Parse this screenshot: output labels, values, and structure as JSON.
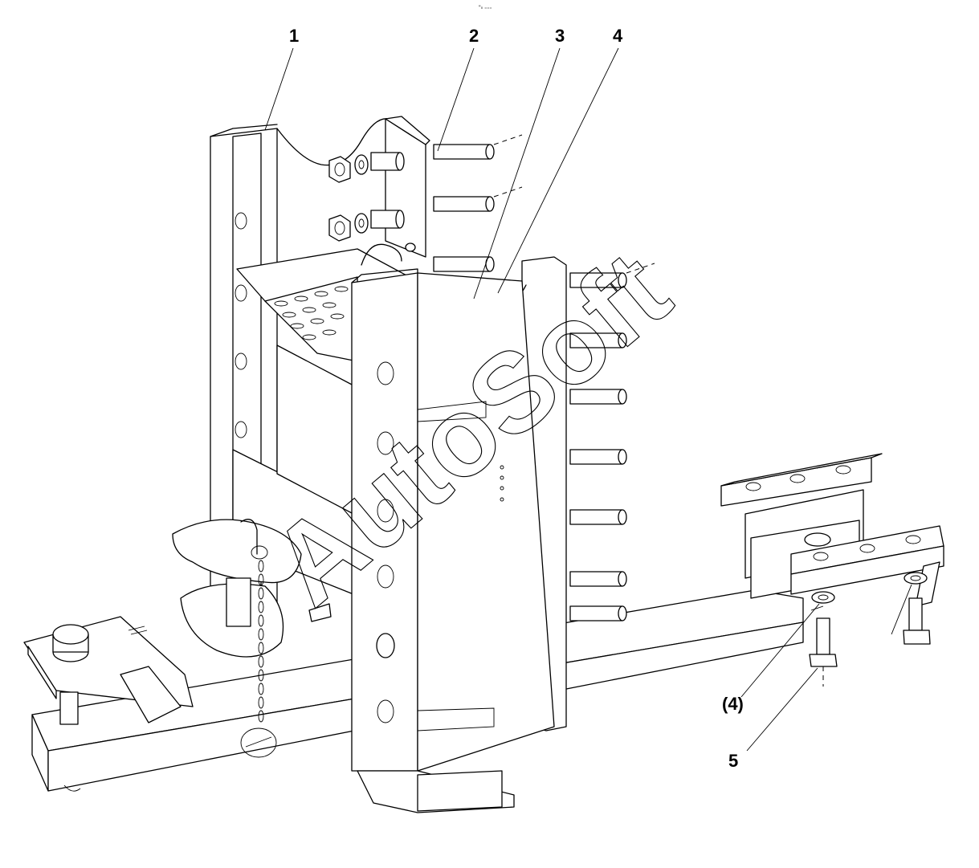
{
  "header": {
    "small_mark": "\"₀ ₌₌₌"
  },
  "callouts": [
    {
      "id": "1",
      "text": "1"
    },
    {
      "id": "2",
      "text": "2"
    },
    {
      "id": "3",
      "text": "3"
    },
    {
      "id": "4",
      "text": "4"
    },
    {
      "id": "4b",
      "text": "(4)"
    },
    {
      "id": "5",
      "text": "5"
    }
  ],
  "watermark": {
    "text": "AutoSoft"
  }
}
